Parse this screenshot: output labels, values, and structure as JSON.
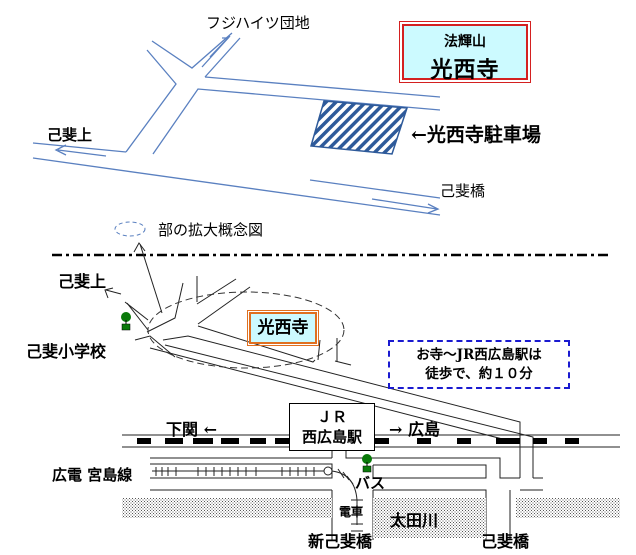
{
  "upper_map": {
    "title_sub": "法輝山",
    "title_main": "光西寺",
    "parking_label": "←光西寺駐車場",
    "to_fuji_heights": "フジハイツ団地",
    "to_koikami": "己斐上",
    "to_koibashi": "己斐橋",
    "legend_text": "部の拡大概念図"
  },
  "lower_map": {
    "koikami": "己斐上",
    "school": "己斐小学校",
    "temple": "光西寺",
    "walk_info_line1": "お寺～JR西広島駅は",
    "walk_info_line2": "徒歩で、約１０分",
    "shimonoseki": "下関 ←",
    "hiroshima": "→ 広島",
    "station_line1": "ＪＲ",
    "station_line2": "西広島駅",
    "hiroden": "広電 宮島線",
    "bus": "バス",
    "tram": "電車",
    "river": "太田川",
    "new_koibashi": "新己斐橋",
    "koibashi": "己斐橋"
  },
  "colors": {
    "road_blue": "#5a80c0",
    "parking_hatch": "#2e5a9a",
    "title_border": "#d42020",
    "title_fill": "#ccfaff",
    "temple_border": "#e07020",
    "walk_border": "#1a1ad0",
    "stop_green": "#0a7a0a"
  }
}
